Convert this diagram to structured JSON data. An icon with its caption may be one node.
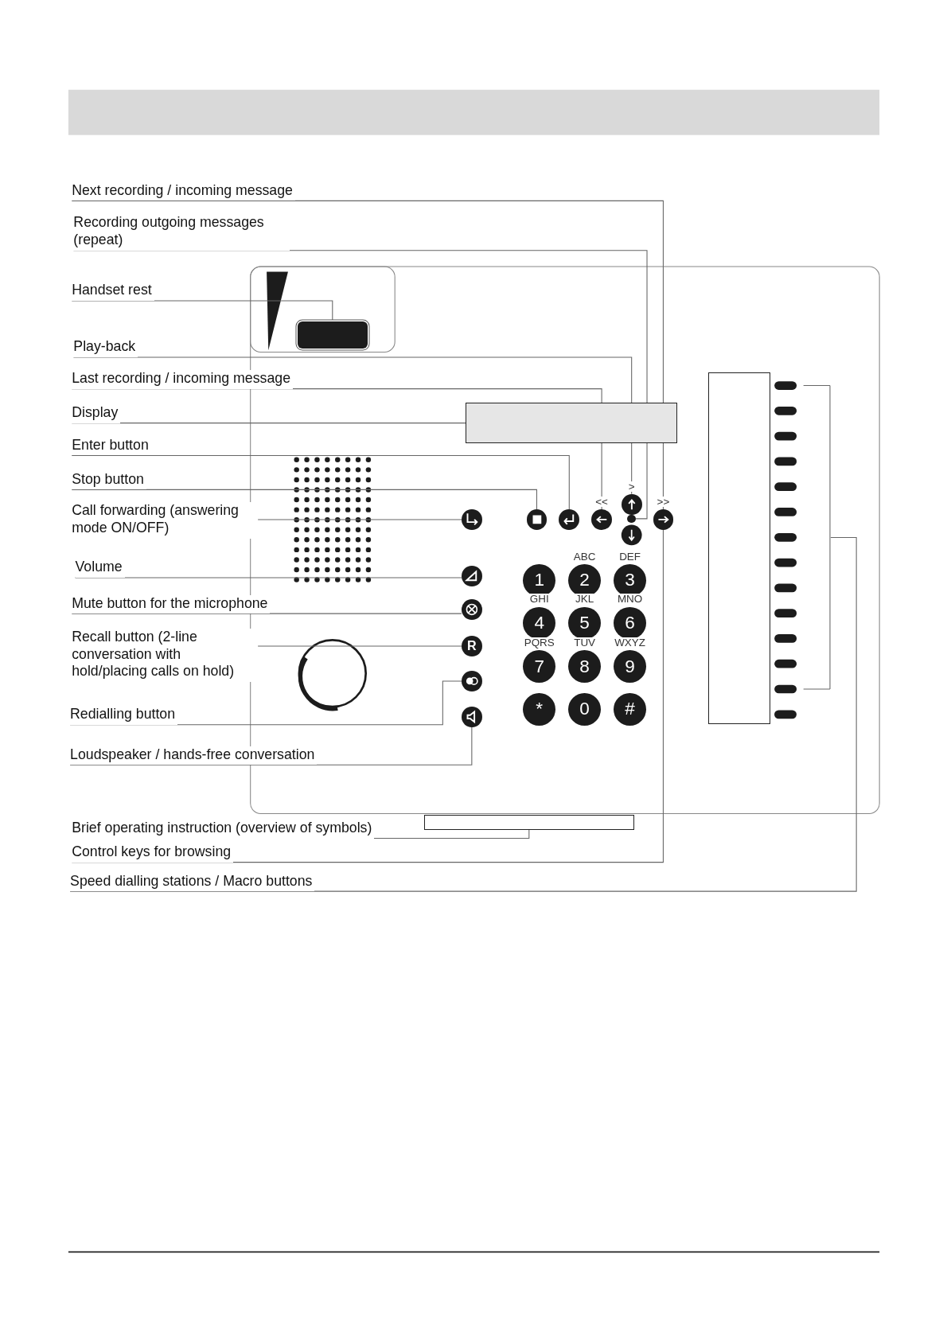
{
  "diagram": {
    "nodes": [
      {
        "text": [
          "Next recording / incoming message"
        ]
      },
      {
        "text": [
          "Recording outgoing messages (repeat)"
        ]
      },
      {
        "text": [
          "Handset rest"
        ]
      },
      {
        "text": [
          "Play-back"
        ]
      },
      {
        "text": [
          "Last recording / incoming message"
        ]
      },
      {
        "text": [
          "Display"
        ]
      },
      {
        "text": [
          "Enter button"
        ]
      },
      {
        "text": [
          "Stop button"
        ]
      },
      {
        "text": [
          "Call forwarding (answering mode ON/OFF)"
        ]
      },
      {
        "text": [
          "Volume"
        ]
      },
      {
        "text": [
          "Mute button for the microphone"
        ]
      },
      {
        "text": [
          "Recall button (2-line conversation with hold/placing calls on hold)"
        ]
      },
      {
        "text": [
          "Redialling button"
        ]
      },
      {
        "text": [
          "Loudspeaker / hands-free conversation"
        ]
      },
      {
        "text": [
          "Brief operating instruction (overview of symbols)"
        ]
      },
      {
        "text": [
          "Control keys for browsing"
        ]
      },
      {
        "text": [
          "Speed dialling stations / Macro buttons"
        ]
      },
      {
        "text": [],
        "shape": "circle",
        "beside": [
          ">>"
        ]
      },
      {
        "text": [],
        "shape": "circle"
      },
      {
        "text": [],
        "shape": "box"
      },
      {
        "text": [],
        "shape": "circle",
        "beside": [
          ">"
        ]
      },
      {
        "text": [],
        "shape": "circle",
        "beside": [
          "<<"
        ]
      },
      {
        "text": [],
        "shape": "box"
      },
      {
        "text": [],
        "shape": "circle"
      },
      {
        "text": [],
        "shape": "circle"
      },
      {
        "text": [],
        "shape": "circle"
      },
      {
        "text": [],
        "shape": "circle"
      },
      {
        "text": [],
        "shape": "circle"
      },
      {
        "text": [
          "R"
        ]
      },
      {
        "text": [],
        "shape": "circle"
      },
      {
        "text": [],
        "shape": "circle"
      },
      {
        "text": [],
        "shape": "box"
      },
      {
        "text": [],
        "shape": "box"
      },
      {
        "text": [
          "1"
        ]
      },
      {
        "text": [
          "2"
        ],
        "beside": [
          "ABC"
        ]
      },
      {
        "text": [
          "3"
        ],
        "beside": [
          "DEF"
        ]
      },
      {
        "text": [
          "4"
        ],
        "beside": [
          "GHI"
        ]
      },
      {
        "text": [
          "5"
        ],
        "beside": [
          "JKL"
        ]
      },
      {
        "text": [
          "6"
        ],
        "beside": [
          "MNO"
        ]
      },
      {
        "text": [
          "7"
        ],
        "beside": [
          "PQRS"
        ]
      },
      {
        "text": [
          "8"
        ],
        "beside": [
          "TUV"
        ]
      },
      {
        "text": [
          "9"
        ],
        "beside": [
          "WXYZ"
        ]
      },
      {
        "text": [
          "*"
        ]
      },
      {
        "text": [
          "0"
        ]
      },
      {
        "text": [
          "#"
        ]
      },
      {
        "text": [],
        "shape": "box"
      }
    ],
    "edges": [
      {
        "from": 0,
        "to": 17,
        "arrow": "none"
      },
      {
        "from": 1,
        "to": 18,
        "arrow": "none"
      },
      {
        "from": 2,
        "to": 19,
        "arrow": "none"
      },
      {
        "from": 3,
        "to": 20,
        "arrow": "none"
      },
      {
        "from": 4,
        "to": 21,
        "arrow": "none"
      },
      {
        "from": 5,
        "to": 22,
        "arrow": "none"
      },
      {
        "from": 6,
        "to": 23,
        "arrow": "none"
      },
      {
        "from": 7,
        "to": 24,
        "arrow": "none"
      },
      {
        "from": 8,
        "to": 25,
        "arrow": "none"
      },
      {
        "from": 9,
        "to": 26,
        "arrow": "none"
      },
      {
        "from": 10,
        "to": 27,
        "arrow": "none"
      },
      {
        "from": 11,
        "to": 28,
        "arrow": "none"
      },
      {
        "from": 12,
        "to": 29,
        "arrow": "none"
      },
      {
        "from": 13,
        "to": 30,
        "arrow": "none"
      },
      {
        "from": 14,
        "to": 31,
        "arrow": "none"
      },
      {
        "from": 15,
        "to": 17,
        "arrow": "none"
      },
      {
        "from": 16,
        "to": 32,
        "arrow": "none"
      }
    ]
  }
}
